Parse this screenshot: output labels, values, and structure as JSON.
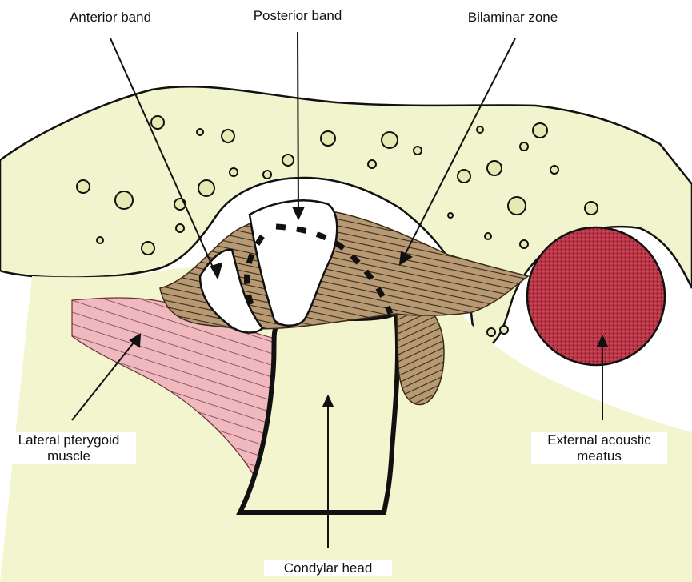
{
  "labels": {
    "anterior_band": "Anterior band",
    "posterior_band": "Posterior band",
    "bilaminar_zone": "Bilaminar zone",
    "lateral_pterygoid": [
      "Lateral pterygoid",
      "muscle"
    ],
    "external_acoustic": [
      "External acoustic",
      "meatus"
    ],
    "condylar_head": "Condylar head"
  },
  "colors": {
    "bone": "#f3f5cf",
    "bone_alt": "#eef2c4",
    "disc": "#ffffff",
    "ligament": "#b79a74",
    "muscle": "#efb9bf",
    "meatus": "#c0394a",
    "outline": "#111111"
  }
}
